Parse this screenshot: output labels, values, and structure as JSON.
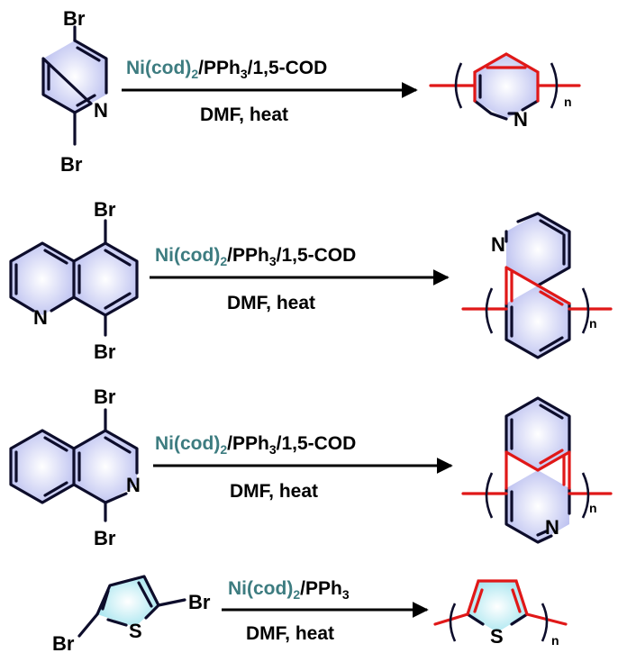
{
  "reactions": [
    {
      "reactant": {
        "atoms": [
          "Br",
          "N",
          "Br"
        ]
      },
      "conditions": {
        "above_reagent": "Ni(cod)",
        "above_sub1": "2",
        "above_mid": "/PPh",
        "above_sub2": "3",
        "above_tail": "/1,5-COD",
        "below": "DMF, heat"
      },
      "product": {
        "atoms": [
          "N"
        ],
        "subscript": "n"
      }
    },
    {
      "reactant": {
        "atoms": [
          "Br",
          "N",
          "Br"
        ]
      },
      "conditions": {
        "above_reagent": "Ni(cod)",
        "above_sub1": "2",
        "above_mid": "/PPh",
        "above_sub2": "3",
        "above_tail": "/1,5-COD",
        "below": "DMF, heat"
      },
      "product": {
        "atoms": [
          "N"
        ],
        "subscript": "n"
      }
    },
    {
      "reactant": {
        "atoms": [
          "Br",
          "N",
          "Br"
        ]
      },
      "conditions": {
        "above_reagent": "Ni(cod)",
        "above_sub1": "2",
        "above_mid": "/PPh",
        "above_sub2": "3",
        "above_tail": "/1,5-COD",
        "below": "DMF, heat"
      },
      "product": {
        "atoms": [
          "N"
        ],
        "subscript": "n"
      }
    },
    {
      "reactant": {
        "atoms": [
          "Br",
          "S",
          "Br"
        ]
      },
      "conditions": {
        "above_reagent": "Ni(cod)",
        "above_sub1": "2",
        "above_mid": "/PPh",
        "above_sub2": "3",
        "above_tail": "",
        "below": "DMF, heat"
      },
      "product": {
        "atoms": [
          "S"
        ],
        "subscript": "n"
      }
    }
  ],
  "colors": {
    "ring_fill_blue": "#c6c9f2",
    "ring_fill_cyan": "#b9ecf3",
    "reagent_teal": "#3d7c80",
    "backbone_red": "#e01818",
    "bond": "#0d0d2b"
  }
}
